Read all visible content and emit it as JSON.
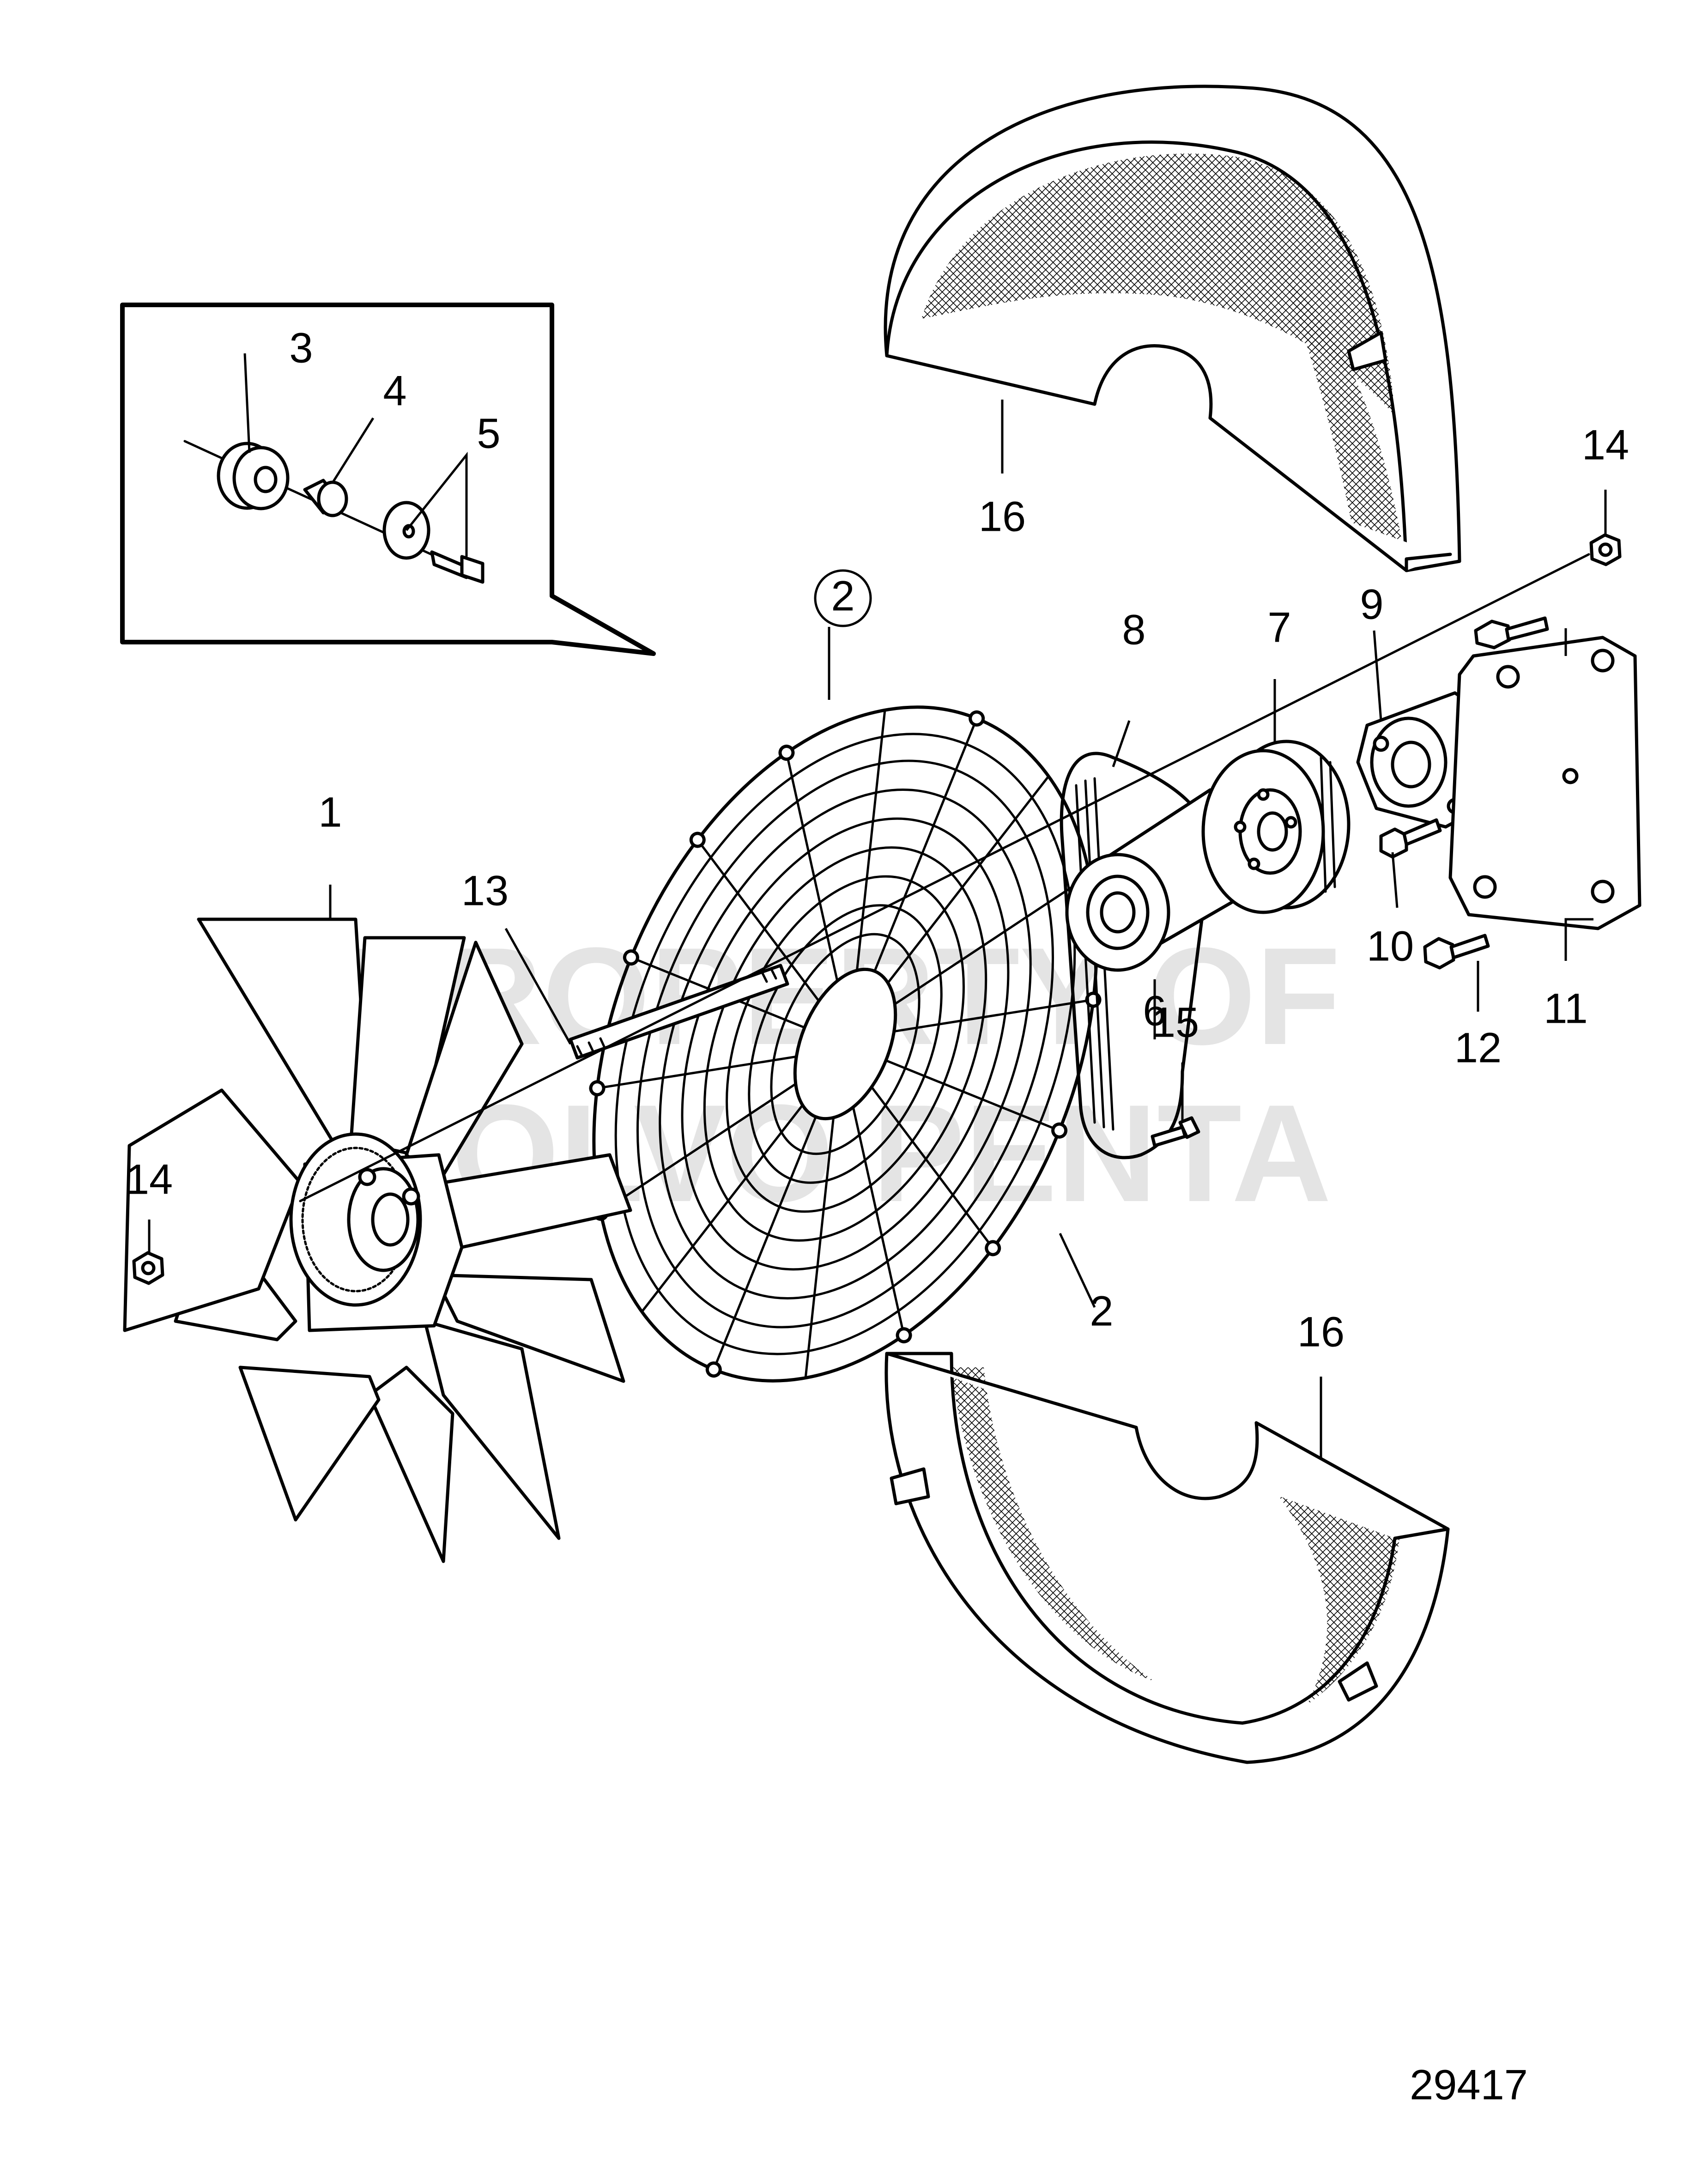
{
  "diagram": {
    "drawing_number": "29417",
    "watermark_lines": [
      "PROPERTY OF",
      "VOLVO PENTA"
    ],
    "callouts": [
      {
        "id": "label-1",
        "text": "1"
      },
      {
        "id": "label-2-circled",
        "text": "2"
      },
      {
        "id": "label-2-bottom",
        "text": "2"
      },
      {
        "id": "label-3",
        "text": "3"
      },
      {
        "id": "label-4",
        "text": "4"
      },
      {
        "id": "label-5",
        "text": "5"
      },
      {
        "id": "label-6",
        "text": "6"
      },
      {
        "id": "label-7",
        "text": "7"
      },
      {
        "id": "label-8",
        "text": "8"
      },
      {
        "id": "label-9",
        "text": "9"
      },
      {
        "id": "label-10",
        "text": "10"
      },
      {
        "id": "label-11",
        "text": "11"
      },
      {
        "id": "label-12",
        "text": "12"
      },
      {
        "id": "label-13",
        "text": "13"
      },
      {
        "id": "label-14-right",
        "text": "14"
      },
      {
        "id": "label-14-left",
        "text": "14"
      },
      {
        "id": "label-15",
        "text": "15"
      },
      {
        "id": "label-16-top",
        "text": "16"
      },
      {
        "id": "label-16-bottom",
        "text": "16"
      }
    ]
  }
}
